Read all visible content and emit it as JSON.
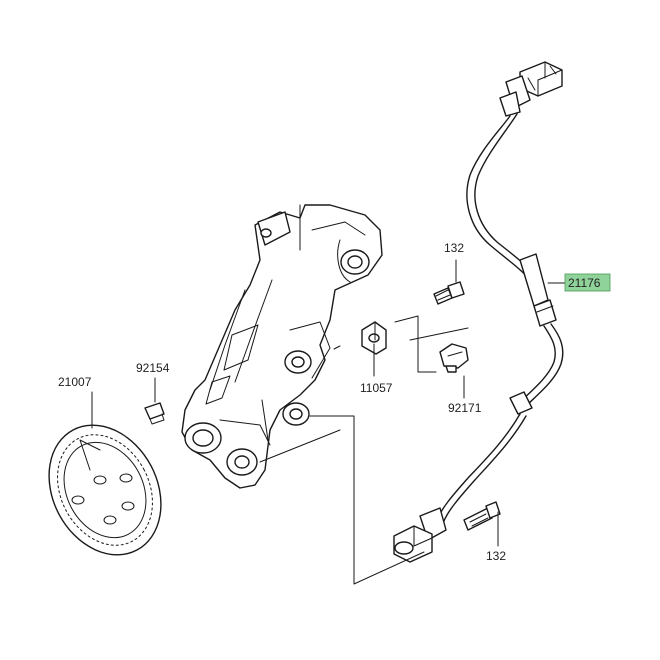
{
  "parts": [
    {
      "id": "part-21176",
      "number": "21176",
      "highlighted": true
    },
    {
      "id": "part-132-top",
      "number": "132"
    },
    {
      "id": "part-132-bottom",
      "number": "132"
    },
    {
      "id": "part-11057",
      "number": "11057"
    },
    {
      "id": "part-92171",
      "number": "92171"
    },
    {
      "id": "part-92154",
      "number": "92154"
    },
    {
      "id": "part-21007",
      "number": "21007"
    }
  ],
  "colors": {
    "highlight": "#8fd39a",
    "line": "#1a1a1a"
  }
}
